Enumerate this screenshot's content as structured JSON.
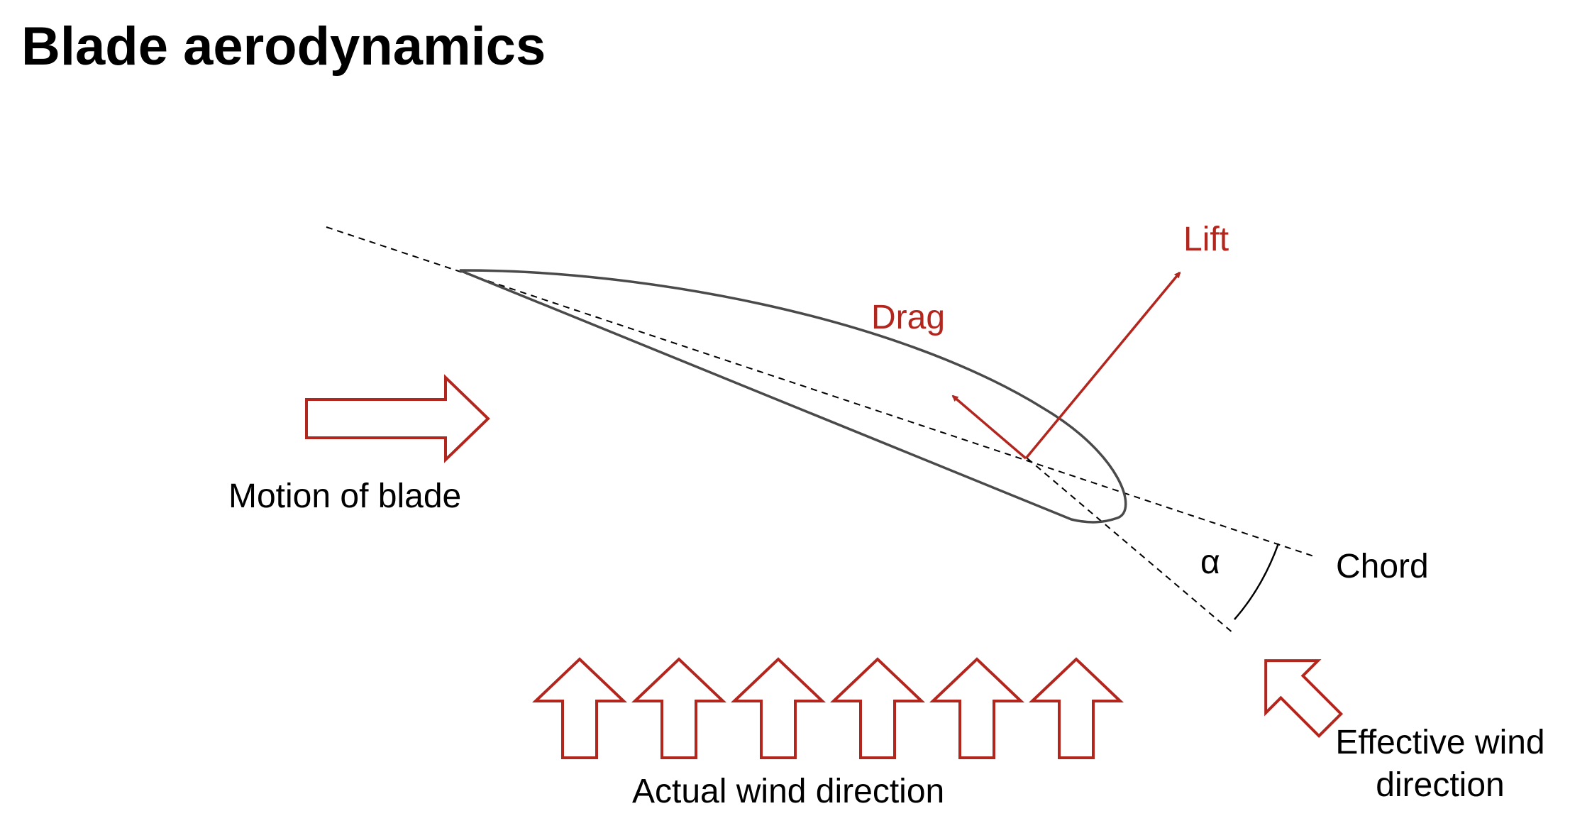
{
  "title": "Blade aerodynamics",
  "labels": {
    "lift": "Lift",
    "drag": "Drag",
    "motion": "Motion of blade",
    "chord": "Chord",
    "alpha": "α",
    "actual_wind": "Actual wind direction",
    "effective_wind": "Effective wind direction"
  },
  "colors": {
    "accent": "#b3261e",
    "text": "#000000"
  }
}
